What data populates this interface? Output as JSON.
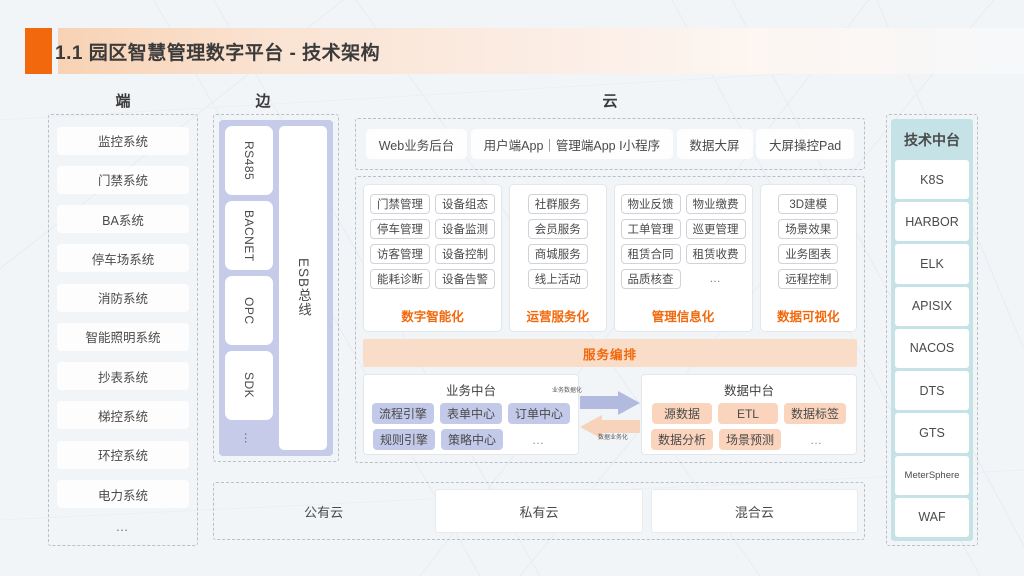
{
  "slide": {
    "title": "1.1 园区智慧管理数字平台 - 技术架构",
    "accent_color": "#f2690d",
    "background_color": "#f2f5f8"
  },
  "columns": {
    "end_header": "端",
    "edge_header": "边",
    "cloud_header": "云"
  },
  "end_column": {
    "items": [
      "监控系统",
      "门禁系统",
      "BA系统",
      "停车场系统",
      "消防系统",
      "智能照明系统",
      "抄表系统",
      "梯控系统",
      "环控系统",
      "电力系统"
    ],
    "more": "…"
  },
  "edge_column": {
    "protocols": [
      "RS485",
      "BACNET",
      "OPC",
      "SDK"
    ],
    "protocols_more": "…",
    "bus_label": "ESB总线"
  },
  "cloud": {
    "apps": [
      "Web业务后台",
      "用户端App｜管理端App I小程序",
      "数据大屏",
      "大屏操控Pad"
    ],
    "function_groups": [
      {
        "title": "数字智能化",
        "rows": [
          [
            "门禁管理",
            "设备组态"
          ],
          [
            "停车管理",
            "设备监测"
          ],
          [
            "访客管理",
            "设备控制"
          ],
          [
            "能耗诊断",
            "设备告警"
          ]
        ]
      },
      {
        "title": "运营服务化",
        "rows": [
          [
            "社群服务"
          ],
          [
            "会员服务"
          ],
          [
            "商城服务"
          ],
          [
            "线上活动"
          ]
        ]
      },
      {
        "title": "管理信息化",
        "rows": [
          [
            "物业反馈",
            "物业缴费"
          ],
          [
            "工单管理",
            "巡更管理"
          ],
          [
            "租赁合同",
            "租赁收费"
          ],
          [
            "品质核查",
            "…"
          ]
        ]
      },
      {
        "title": "数据可视化",
        "rows": [
          [
            "3D建模"
          ],
          [
            "场景效果"
          ],
          [
            "业务图表"
          ],
          [
            "远程控制"
          ]
        ]
      }
    ],
    "orchestration_label": "服务编排",
    "business_platform": {
      "title": "业务中台",
      "rows": [
        [
          "流程引擎",
          "表单中心",
          "订单中心"
        ],
        [
          "规则引擎",
          "策略中心",
          "…"
        ]
      ]
    },
    "data_platform": {
      "title": "数据中台",
      "rows": [
        [
          "源数据",
          "ETL",
          "数据标签"
        ],
        [
          "数据分析",
          "场景预测",
          "…"
        ]
      ]
    },
    "arrow_top_label": "业务数据化",
    "arrow_bottom_label": "数据业务化",
    "cloud_types": [
      "公有云",
      "私有云",
      "混合云"
    ]
  },
  "tech_platform": {
    "header": "技术中台",
    "items": [
      "K8S",
      "HARBOR",
      "ELK",
      "APISIX",
      "NACOS",
      "DTS",
      "GTS",
      "MeterSphere",
      "WAF"
    ]
  }
}
